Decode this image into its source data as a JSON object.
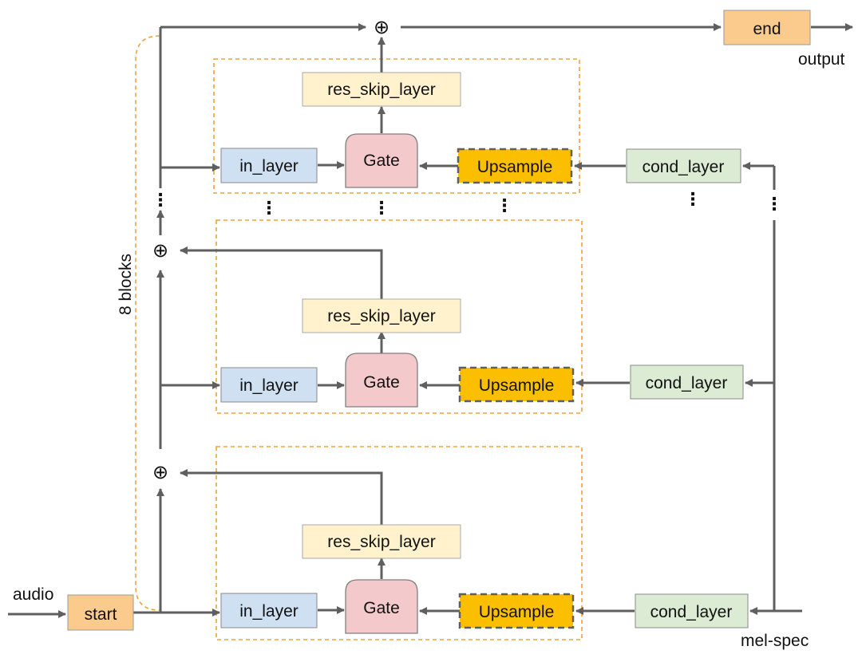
{
  "nodes": {
    "start": "start",
    "end": "end",
    "in_layer": "in_layer",
    "gate": "Gate",
    "upsample": "Upsample",
    "res_skip_layer": "res_skip_layer",
    "cond_layer": "cond_layer",
    "plus": "⊕"
  },
  "labels": {
    "audio": "audio",
    "output": "output",
    "mel_spec": "mel-spec",
    "blocks": "8 blocks",
    "ellipsis": "⋮"
  },
  "colors": {
    "start_end": "#FBCB8E",
    "in_layer": "#CFE0F3",
    "gate": "#F4C9CB",
    "upsample": "#FBBF00",
    "res_skip": "#FFF2CC",
    "cond": "#DCEBD3",
    "block_border": "#F0A23A",
    "arrow": "#5F5F5F"
  }
}
